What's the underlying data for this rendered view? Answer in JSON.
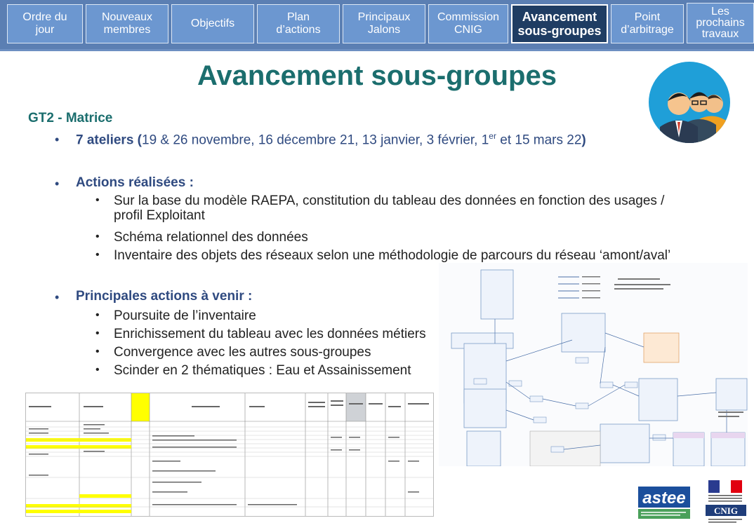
{
  "tabs": [
    {
      "label": "Ordre du\njour",
      "active": false
    },
    {
      "label": "Nouveaux\nmembres",
      "active": false
    },
    {
      "label": "Objectifs",
      "active": false
    },
    {
      "label": "Plan\nd’actions",
      "active": false
    },
    {
      "label": "Principaux\nJalons",
      "active": false
    },
    {
      "label": "Commission\nCNIG",
      "active": false
    },
    {
      "label": "Avancement\nsous-groupes",
      "active": true
    },
    {
      "label": "Point\nd’arbitrage",
      "active": false
    },
    {
      "label": "Les\nprochains\ntravaux",
      "active": false
    }
  ],
  "slide": {
    "title": "Avancement sous-groupes",
    "subtitle": "GT2 - Matrice",
    "ateliers_bold": "7 ateliers (",
    "ateliers_dates": "19 & 26 novembre, 16 décembre 21, 13 janvier, 3 février, 1",
    "ateliers_sup": "er",
    "ateliers_end": " et 15 mars 22",
    "ateliers_close": ")",
    "actions_done_heading": "Actions réalisées :",
    "actions_done": [
      "Sur la base du modèle RAEPA, constitution du tableau des données en fonction des usages /\nprofil Exploitant",
      "Schéma relationnel des données",
      "Inventaire des objets des réseaux selon une méthodologie de parcours du réseau ‘amont/aval’"
    ],
    "actions_todo_heading": "Principales actions à venir :",
    "actions_todo": [
      "Poursuite de l’inventaire",
      "Enrichissement du tableau avec les données métiers",
      "Convergence avec les autres sous-groupes",
      "Scinder en 2 thématiques : Eau et Assainissement"
    ]
  },
  "logos": {
    "astee": "astee",
    "cnig": "CNIG"
  },
  "colors": {
    "tab_bg": "#6c97d0",
    "tab_active": "#1f3d63",
    "title": "#1b6e6e",
    "heading": "#2f4a80"
  }
}
